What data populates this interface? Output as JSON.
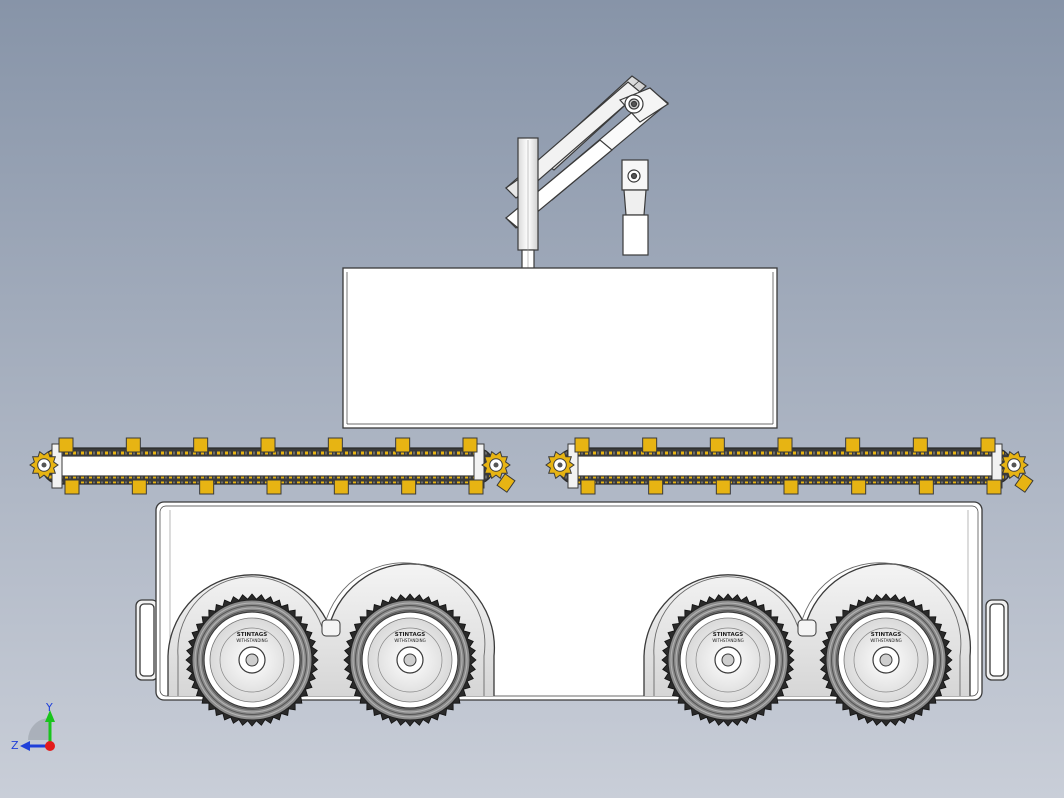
{
  "viewport": {
    "background_top": "#8794a8",
    "background_bottom": "#c9ced8"
  },
  "triad": {
    "y_label": "Y",
    "z_label": "Z",
    "y_color": "#19c41c",
    "x_color": "#e31b1b",
    "z_color": "#1f3fd9"
  },
  "wheels": {
    "tire_text_line1": "STINTAGS",
    "tire_text_line2": "WITHSTANDING"
  },
  "colors": {
    "part_fill": "#ffffff",
    "edge": "#3a3a3a",
    "chain_accent": "#e7b413",
    "tire_dark": "#2a2a2a",
    "tire_mid": "#8a8a8a"
  }
}
